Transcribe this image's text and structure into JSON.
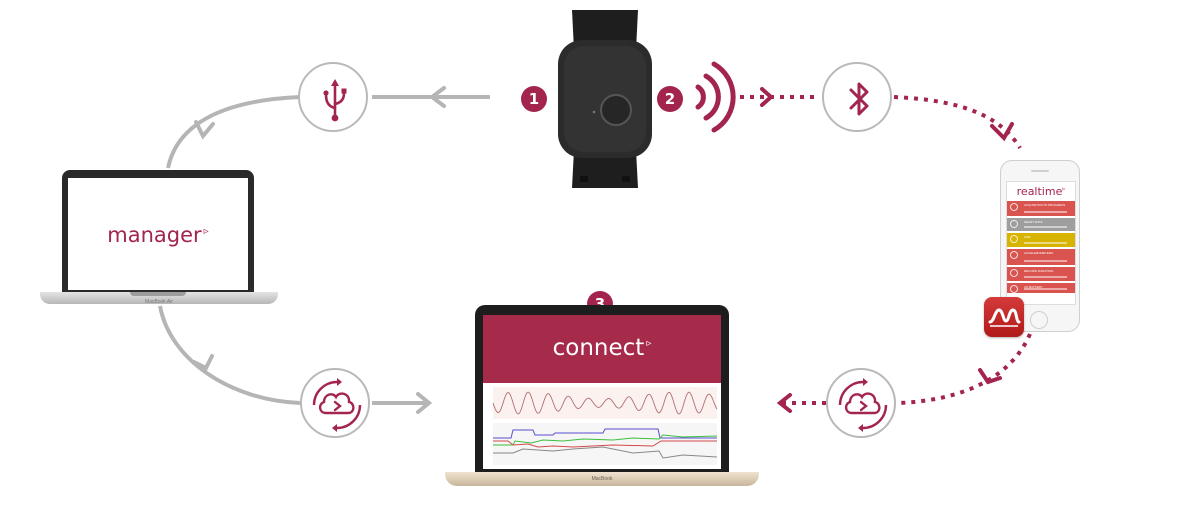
{
  "badges": {
    "one": "1",
    "two": "2",
    "three": "3"
  },
  "apps": {
    "manager": "manager",
    "connect": "connect",
    "realtime": "realtime",
    "mark": "▹"
  },
  "devices": {
    "laptop_label": "MacBook Air",
    "center_laptop_label": "MacBook"
  },
  "phone_rows": [
    {
      "label": "ACQUISITION IN PROGRESS",
      "color": "#d9534f"
    },
    {
      "label": "HEART RATE",
      "color": "#9e9e9e"
    },
    {
      "label": "GSR",
      "color": "#d6b400"
    },
    {
      "label": "ACCELEROMETERS",
      "color": "#d9534f"
    },
    {
      "label": "RECORD DURATION",
      "color": "#d9534f"
    },
    {
      "label": "CD BATTERY",
      "color": "#d9534f"
    }
  ],
  "icons": {
    "usb": "usb-icon",
    "bluetooth": "bluetooth-icon",
    "cloud_sync_left": "cloud-sync-icon",
    "cloud_sync_right": "cloud-sync-icon",
    "wireless": "wireless-signal-icon",
    "realtime_app": "realtime-app-icon"
  },
  "colors": {
    "accent": "#a3244d",
    "connector_gray": "#b5b5b5",
    "connector_red": "#a3244d"
  }
}
